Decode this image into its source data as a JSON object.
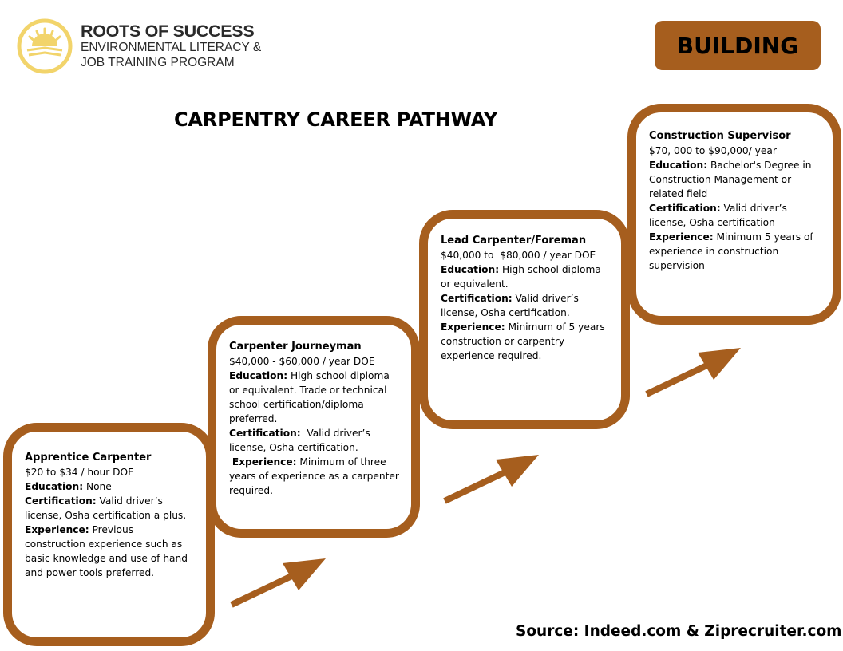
{
  "brand": {
    "name": "ROOTS OF SUCCESS",
    "subtitle_line1": "ENVIRONMENTAL LITERACY &",
    "subtitle_line2": "JOB TRAINING PROGRAM",
    "logo_icon": "rising-sun-book-icon",
    "logo_color": "#f2d46b"
  },
  "badge": {
    "label": "BUILDING",
    "color": "#a65e1e"
  },
  "title": "CARPENTRY CAREER PATHWAY",
  "accent_color": "#a65e1e",
  "cards": [
    {
      "title": "Apprentice Carpenter",
      "salary": "$20 to $34 / hour DOE",
      "education_label": "Education:",
      "education": " None",
      "certification_label": "Certification:",
      "certification": " Valid driver’s license, Osha certification a plus.",
      "experience_prefix": "",
      "experience_label": "Experience:",
      "experience": " Previous construction experience such as basic knowledge and use of hand and power tools preferred."
    },
    {
      "title": "Carpenter Journeyman",
      "salary": "$40,000 - $60,000 / year DOE",
      "education_label": "Education:",
      "education": " High school diploma or equivalent. Trade or technical school certification/diploma preferred.",
      "certification_label": "Certification:",
      "certification": "  Valid driver’s license, Osha certification.",
      "experience_prefix": " ",
      "experience_label": "Experience:",
      "experience": " Minimum of three years of experience as a carpenter required."
    },
    {
      "title": "Lead Carpenter/Foreman",
      "salary": "$40,000 to  $80,000 / year DOE",
      "education_label": "Education:",
      "education": " High school diploma or equivalent.",
      "certification_label": "Certification:",
      "certification": " Valid driver’s license, Osha certification.",
      "experience_prefix": "",
      "experience_label": "Experience:",
      "experience": " Minimum of 5 years construction or carpentry experience required."
    },
    {
      "title": "Construction Supervisor",
      "salary": "$70, 000 to $90,000/ year",
      "education_label": "Education:",
      "education": " Bachelor's Degree in Construction Management or related field",
      "certification_label": "Certification:",
      "certification": " Valid driver’s license, Osha certification",
      "experience_prefix": "",
      "experience_label": "Experience:",
      "experience": " Minimum 5 years of experience in construction supervision"
    }
  ],
  "arrows": [
    "arrow-up-right-icon",
    "arrow-up-right-icon",
    "arrow-up-right-icon"
  ],
  "source": "Source: Indeed.com & Ziprecruiter.com"
}
